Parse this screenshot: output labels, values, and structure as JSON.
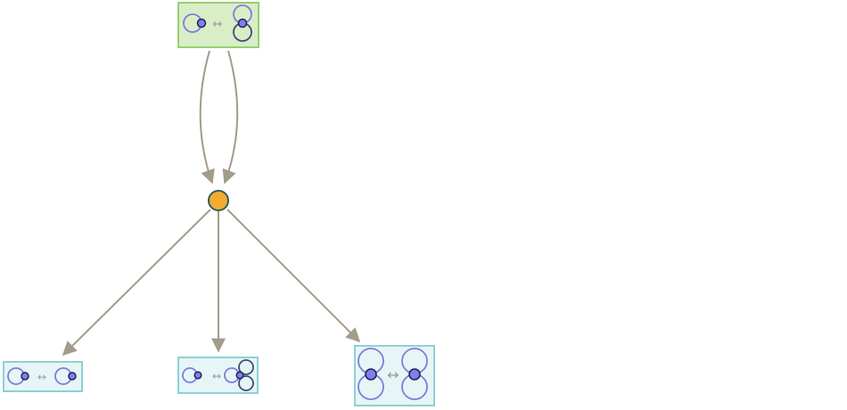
{
  "colors": {
    "background": "#ffffff",
    "edge": "#a39b8b",
    "hub_fill": "#f4aa33",
    "hub_stroke": "#2e5e5a",
    "source_box_fill": "#d9eec7",
    "source_box_stroke": "#97cf74",
    "result_box_fill": "#e6f5f6",
    "result_box_stroke": "#8ed0d6",
    "loop_light": "#7b7fdb",
    "loop_dark": "#3c4f7a",
    "vertex_fill": "#7d7ff0",
    "vertex_stroke": "#23234f",
    "arrow_glyph": "#9a9a9a"
  },
  "diagram": {
    "source_rule": {
      "arrow_symbol": "↔",
      "left_graph_icon": "single-self-loop-graph-icon",
      "right_graph_icon": "double-self-loop-graph-icon"
    },
    "hub_node": {
      "icon": "event-node-icon"
    },
    "results": [
      {
        "arrow_symbol": "↔",
        "left_graph_icon": "single-self-loop-graph-icon",
        "right_graph_icon": "single-self-loop-graph-icon"
      },
      {
        "arrow_symbol": "↔",
        "left_graph_icon": "single-self-loop-graph-icon",
        "right_graph_icon": "triple-self-loop-graph-icon"
      },
      {
        "arrow_symbol": "↔",
        "left_graph_icon": "double-self-loop-graph-icon",
        "right_graph_icon": "double-self-loop-graph-icon"
      }
    ],
    "edges": [
      {
        "from": "source",
        "to": "hub",
        "kind": "curved-arrow"
      },
      {
        "from": "source",
        "to": "hub",
        "kind": "curved-arrow"
      },
      {
        "from": "hub",
        "to": "result-1",
        "kind": "straight-arrow"
      },
      {
        "from": "hub",
        "to": "result-2",
        "kind": "straight-arrow"
      },
      {
        "from": "hub",
        "to": "result-3",
        "kind": "straight-arrow"
      }
    ]
  }
}
